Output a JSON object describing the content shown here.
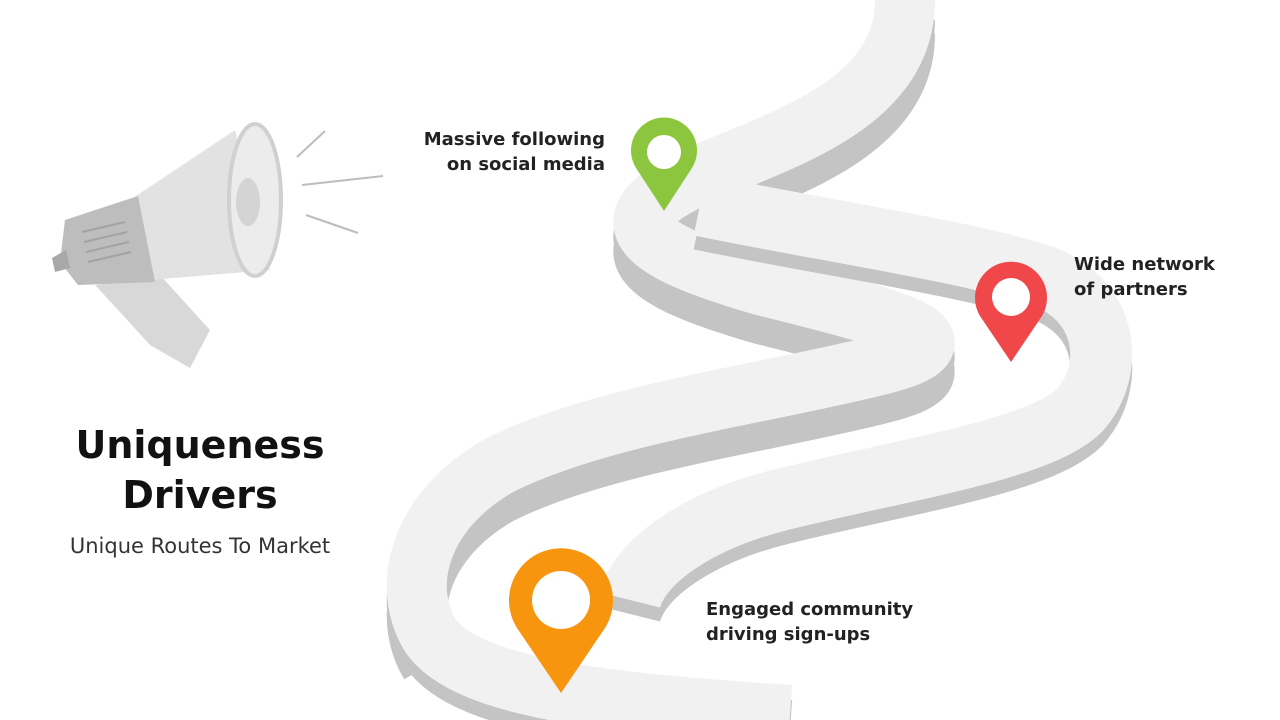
{
  "title_lines": [
    "Uniqueness",
    "Drivers"
  ],
  "subtitle": "Unique Routes To Market",
  "milestones": [
    {
      "lines": [
        "Massive following",
        "on social media"
      ],
      "color": "#8cc63f",
      "icon": "map-pin-icon"
    },
    {
      "lines": [
        "Wide network",
        "of partners"
      ],
      "color": "#f0474b",
      "icon": "map-pin-icon"
    },
    {
      "lines": [
        "Engaged community",
        "driving sign-ups"
      ],
      "color": "#f7960e",
      "icon": "map-pin-icon"
    }
  ],
  "colors": {
    "road_top": "#f1f1f1",
    "road_side": "#c4c4c4",
    "megaphone": "#d8d8d8",
    "megaphone_dark": "#b8b8b8"
  },
  "icons": {
    "megaphone": "megaphone-icon",
    "sound_lines": "sound-lines-icon"
  }
}
